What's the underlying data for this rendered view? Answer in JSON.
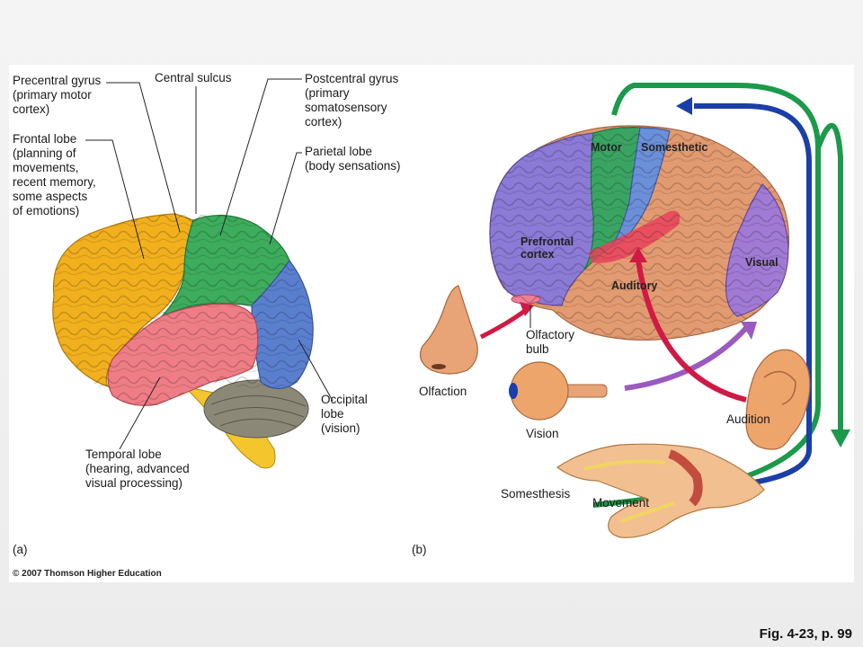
{
  "figure": {
    "caption": "Fig. 4-23, p. 99",
    "copyright": "© 2007 Thomson Higher Education",
    "panel_a_marker": "(a)",
    "panel_b_marker": "(b)"
  },
  "panel_a": {
    "labels": {
      "precentral": "Precentral gyrus\n(primary motor\ncortex)",
      "central_sulcus": "Central sulcus",
      "postcentral": "Postcentral gyrus\n(primary\nsomatosensory\ncortex)",
      "frontal": "Frontal lobe\n(planning of\nmovements,\nrecent memory,\nsome aspects\nof emotions)",
      "parietal": "Parietal lobe\n(body sensations)",
      "occipital": "Occipital\nlobe\n(vision)",
      "temporal": "Temporal lobe\n(hearing, advanced\nvisual processing)"
    },
    "colors": {
      "frontal": "#f2b01e",
      "motor_sensory": "#3dac5c",
      "occipital": "#5a7fcf",
      "temporal": "#ef7d86",
      "cerebellum": "#8c8878",
      "brainstem": "#f5c52e"
    }
  },
  "panel_b": {
    "region_labels": {
      "motor": "Motor",
      "somesthetic": "Somesthetic",
      "prefrontal": "Prefrontal\ncortex",
      "auditory": "Auditory",
      "visual": "Visual"
    },
    "sense_labels": {
      "olfactory_bulb": "Olfactory\nbulb",
      "olfaction": "Olfaction",
      "vision": "Vision",
      "audition": "Audition",
      "somesthesis": "Somesthesis",
      "movement": "Movement"
    },
    "colors": {
      "prefrontal": "#8b7ad6",
      "motor": "#3aa463",
      "somesthetic": "#6b8fd9",
      "cortex_tan": "#e29a70",
      "visual": "#a07ad4",
      "auditory_red": "#e9425a",
      "arrow_green": "#1a9a4a",
      "arrow_blue": "#1b3fa8",
      "arrow_red": "#d01a45",
      "arrow_purple": "#9a5ac0"
    }
  }
}
